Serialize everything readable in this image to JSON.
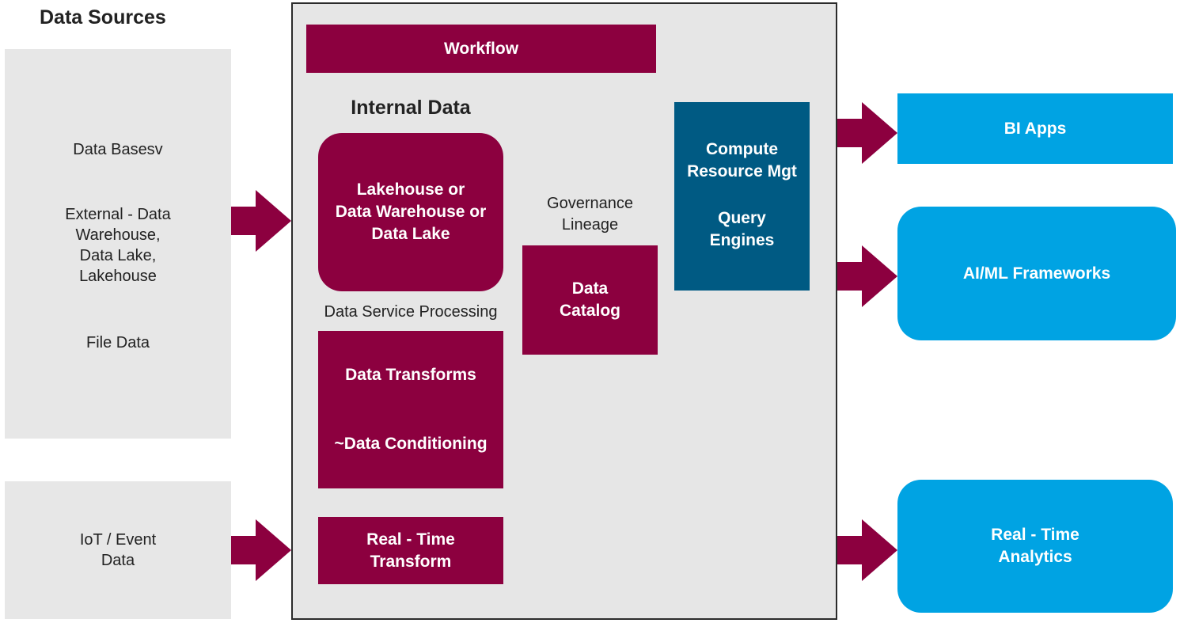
{
  "data_sources": {
    "title": "Data Sources",
    "items": [
      "Data Basesv",
      "External - Data\nWarehouse,\nData Lake,\nLakehouse",
      "File Data"
    ],
    "iot": "IoT / Event\nData"
  },
  "platform": {
    "workflow": "Workflow",
    "internal_data": "Internal Data",
    "lakehouse": "Lakehouse or\nData Warehouse or\nData Lake",
    "data_service_processing": "Data Service Processing",
    "transforms": "Data Transforms",
    "conditioning": "~Data Conditioning",
    "realtime_transform": "Real - Time\nTransform",
    "governance": "Governance\nLineage",
    "data_catalog": "Data\nCatalog",
    "compute": "Compute\nResource Mgt",
    "query_engines": "Query\nEngines"
  },
  "outputs": {
    "bi_apps": "BI Apps",
    "aiml": "AI/ML Frameworks",
    "realtime_analytics": "Real - Time\nAnalytics"
  },
  "colors": {
    "maroon": "#8c003f",
    "navy": "#005a83",
    "cyan": "#00a3e3",
    "gray": "#e6e6e6"
  }
}
